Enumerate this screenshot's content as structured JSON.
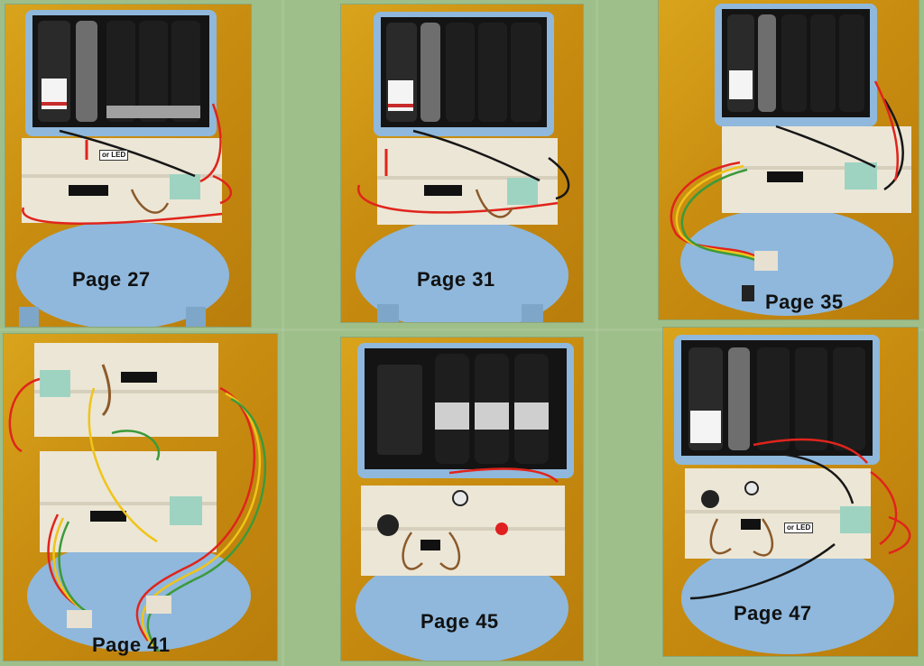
{
  "panels": [
    {
      "caption": "Page 27"
    },
    {
      "caption": "Page 31"
    },
    {
      "caption": "Page 35"
    },
    {
      "caption": "Page 41"
    },
    {
      "caption": "Page 45"
    },
    {
      "caption": "Page 47"
    }
  ],
  "annotations": {
    "or_led": "or LED"
  },
  "colors": {
    "background": "#9fbf8a",
    "panel": "#c88c10",
    "breadboard": "#ece6d6",
    "battery_holder": "#8fb8dc",
    "wire_red": "#e0241c",
    "wire_black": "#161616",
    "wire_yellow": "#f0c419",
    "wire_green": "#3c9a3a"
  }
}
